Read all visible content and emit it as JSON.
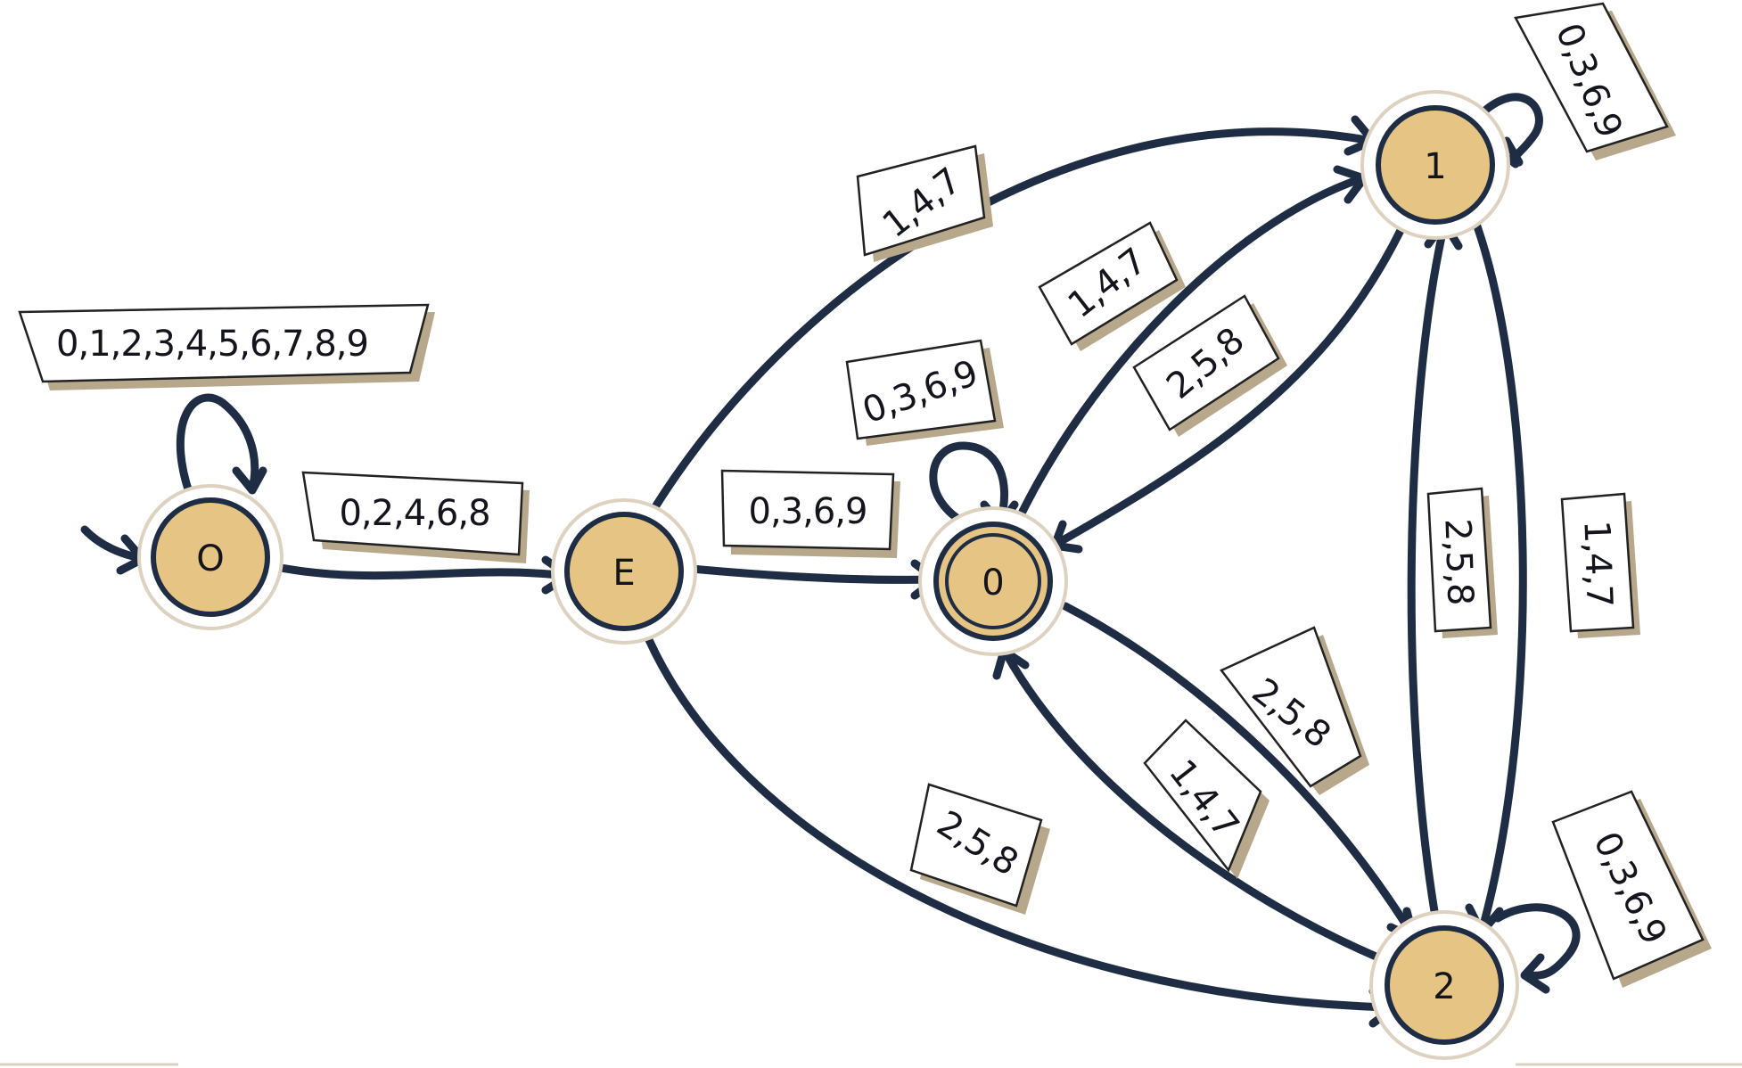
{
  "colors": {
    "node_fill": "#e6c584",
    "edge_stroke": "#1e2c44",
    "paper": "#ffffff",
    "paper_shadow": "#b7a88c"
  },
  "nodes": [
    {
      "id": "start",
      "label": "O"
    },
    {
      "id": "even",
      "label": "E"
    },
    {
      "id": "mod0",
      "label": "0",
      "accepting": true
    },
    {
      "id": "mod1",
      "label": "1"
    },
    {
      "id": "mod2",
      "label": "2"
    }
  ],
  "edges": [
    {
      "id": "start-loop",
      "from": "start",
      "to": "start",
      "label": "0,1,2,3,4,5,6,7,8,9"
    },
    {
      "id": "start-even",
      "from": "start",
      "to": "even",
      "label": "0,2,4,6,8"
    },
    {
      "id": "even-mod0",
      "from": "even",
      "to": "mod0",
      "label": "0,3,6,9"
    },
    {
      "id": "even-mod1",
      "from": "even",
      "to": "mod1",
      "label": "1,4,7"
    },
    {
      "id": "even-mod2",
      "from": "even",
      "to": "mod2",
      "label": "2,5,8"
    },
    {
      "id": "mod0-loop",
      "from": "mod0",
      "to": "mod0",
      "label": "0,3,6,9"
    },
    {
      "id": "mod0-mod1",
      "from": "mod0",
      "to": "mod1",
      "label": "1,4,7"
    },
    {
      "id": "mod1-mod0",
      "from": "mod1",
      "to": "mod0",
      "label": "2,5,8"
    },
    {
      "id": "mod0-mod2",
      "from": "mod0",
      "to": "mod2",
      "label": "2,5,8"
    },
    {
      "id": "mod2-mod0",
      "from": "mod2",
      "to": "mod0",
      "label": "1,4,7"
    },
    {
      "id": "mod1-loop",
      "from": "mod1",
      "to": "mod1",
      "label": "0,3,6,9"
    },
    {
      "id": "mod1-mod2",
      "from": "mod1",
      "to": "mod2",
      "label": "1,4,7"
    },
    {
      "id": "mod2-mod1",
      "from": "mod2",
      "to": "mod1",
      "label": "2,5,8"
    },
    {
      "id": "mod2-loop",
      "from": "mod2",
      "to": "mod2",
      "label": "0,3,6,9"
    }
  ]
}
